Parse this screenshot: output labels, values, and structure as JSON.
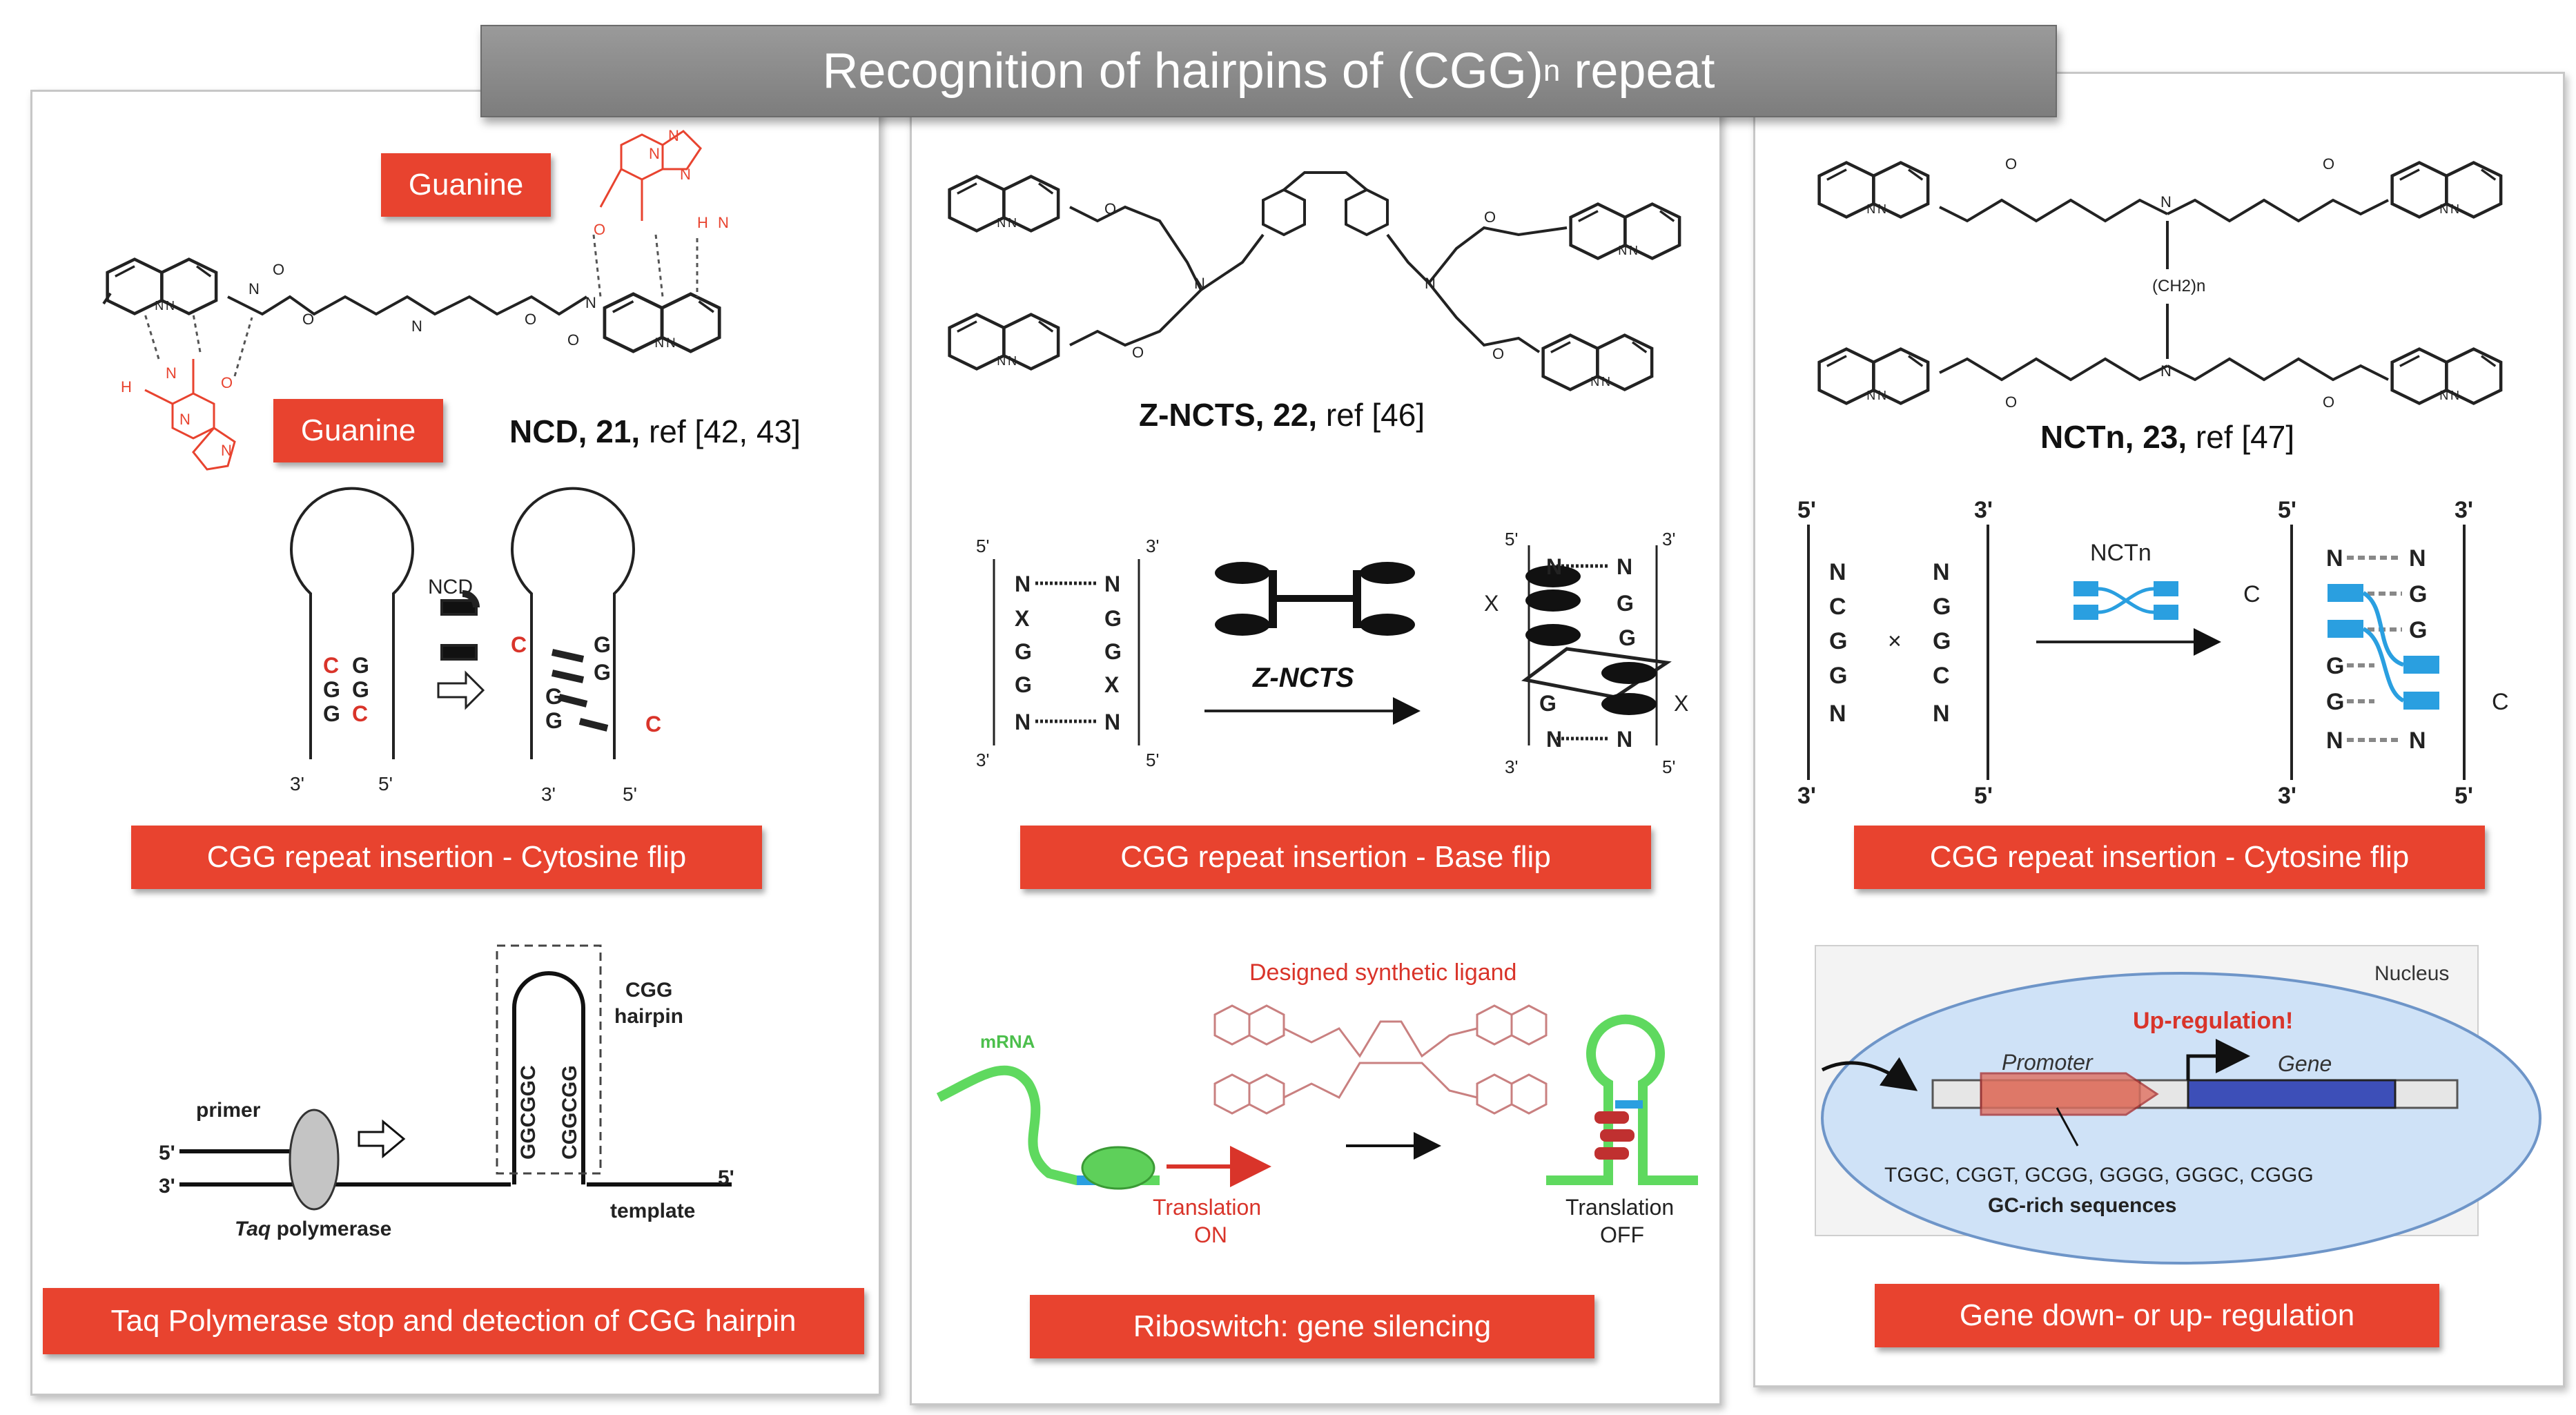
{
  "title": {
    "main": "Recognition of hairpins of (CGG)",
    "sub": "n",
    "tail": " repeat"
  },
  "panels": {
    "left": {
      "guanine_top": "Guanine",
      "guanine_bottom": "Guanine",
      "compound_name": "NCD, 21,",
      "compound_ref": " ref [42, 43]",
      "hairpin_ligand": "NCD",
      "insertion_label": "CGG repeat insertion - Cytosine flip",
      "pcr_primer": "primer",
      "pcr_polymerase_italic": "Taq",
      "pcr_polymerase": " polymerase",
      "pcr_template": "template",
      "pcr_hairpin": "CGG",
      "pcr_hairpin2": "hairpin",
      "pcr_strand1": "GGCGGC",
      "pcr_strand2": "CGGCGG",
      "five_prime": "5'",
      "three_prime": "3'",
      "bottom_label": "Taq Polymerase stop and detection of CGG hairpin"
    },
    "middle": {
      "compound_name": "Z-NCTS, 22,",
      "compound_ref": " ref [46]",
      "ligand_label": "Z-NCTS",
      "insertion_label": "CGG repeat insertion - Base flip",
      "mrna": "mRNA",
      "designed_ligand": "Designed synthetic ligand",
      "translation_on_1": "Translation",
      "translation_on_2": "ON",
      "translation_off_1": "Translation",
      "translation_off_2": "OFF",
      "bottom_label": "Riboswitch: gene silencing"
    },
    "right": {
      "compound_name": "NCTn, 23,",
      "compound_ref": " ref [47]",
      "chain_label": "(CH2)n",
      "ligand_label": "NCTn",
      "insertion_label": "CGG repeat insertion - Cytosine flip",
      "nucleus": "Nucleus",
      "upregulation": "Up-regulation!",
      "promoter": "Promoter",
      "gene": "Gene",
      "sequences": "TGGC, CGGT, GCGG, GGGG, GGGC, CGGG",
      "gc_rich": "GC-rich sequences",
      "bottom_label": "Gene down- or up- regulation"
    }
  },
  "colors": {
    "accent_red": "#e8432f",
    "banner_gray": "#8a8a8a",
    "blue": "#2a9fe0",
    "green": "#5fd95f"
  }
}
